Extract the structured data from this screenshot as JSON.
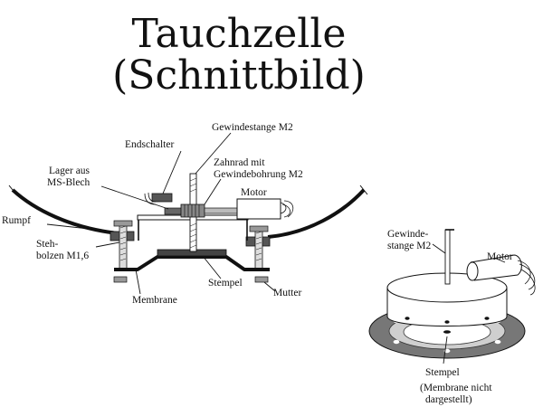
{
  "title": {
    "line1": "Tauchzelle",
    "line2": "(Schnittbild)"
  },
  "section_view": {
    "labels": {
      "gewindestange": "Gewindestange M2",
      "endschalter": "Endschalter",
      "zahnrad_line1": "Zahnrad mit",
      "zahnrad_line2": "Gewindebohrung M2",
      "lager_line1": "Lager aus",
      "lager_line2": "MS-Blech",
      "motor": "Motor",
      "rumpf": "Rumpf",
      "stehbolzen_line1": "Steh-",
      "stehbolzen_line2": "bolzen M1,6",
      "stempel": "Stempel",
      "mutter": "Mutter",
      "membrane": "Membrane"
    }
  },
  "perspective_view": {
    "labels": {
      "gewinde_line1": "Gewinde-",
      "gewinde_line2": "stange M2",
      "motor": "Motor",
      "stempel": "Stempel",
      "note_line1": "(Membrane nicht",
      "note_line2": "dargestellt)"
    }
  }
}
